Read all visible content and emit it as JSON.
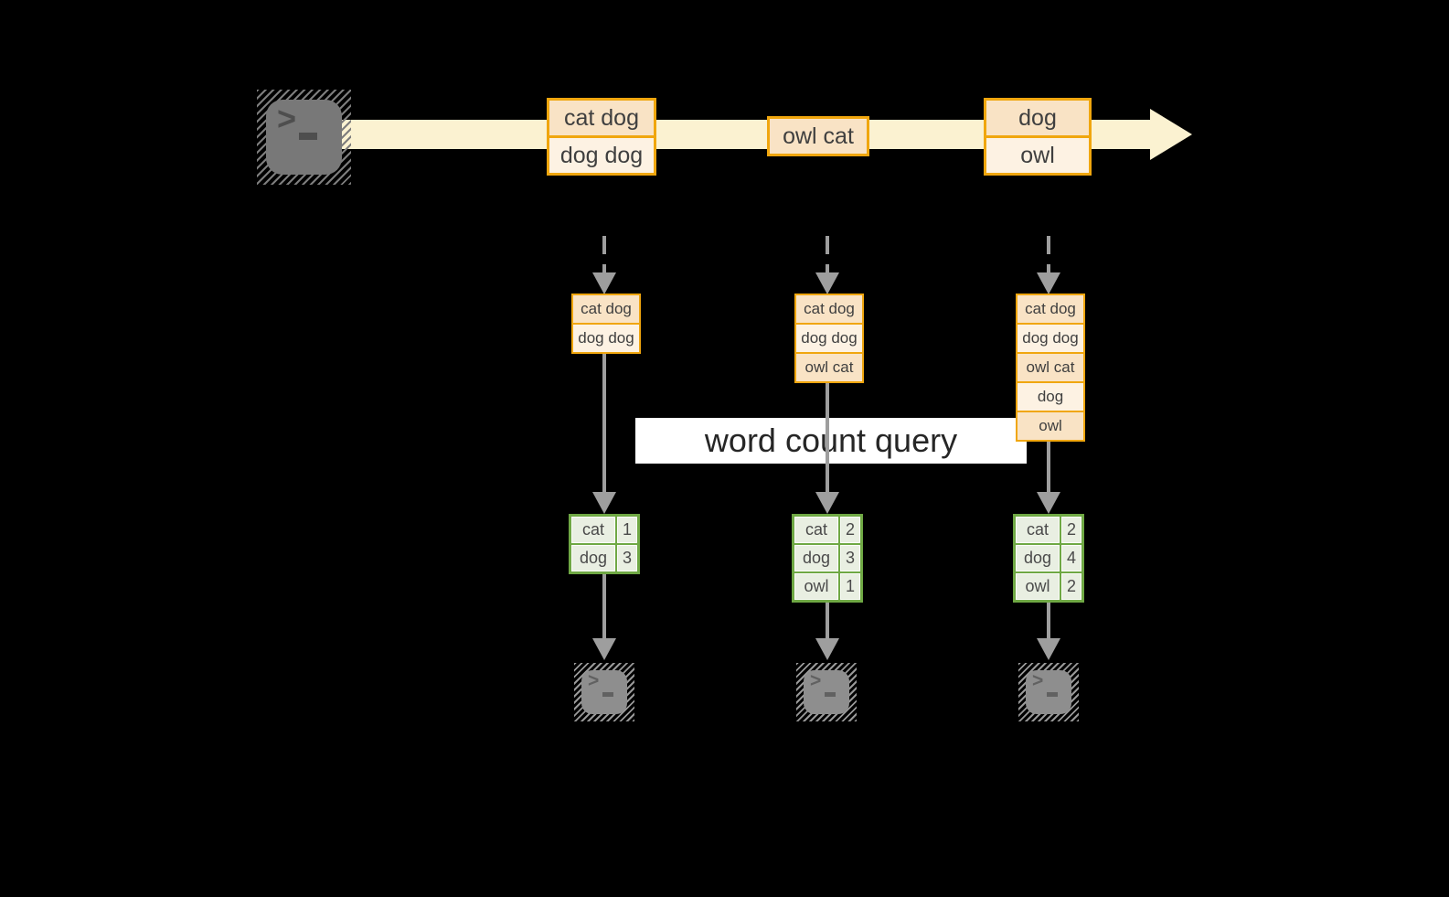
{
  "banner": {
    "label": "word count query"
  },
  "stream": {
    "events": [
      {
        "lines": [
          "cat dog",
          "dog dog"
        ]
      },
      {
        "lines": [
          "owl cat"
        ]
      },
      {
        "lines": [
          "dog",
          "owl"
        ]
      }
    ]
  },
  "columns": [
    {
      "input": [
        "cat dog",
        "dog dog"
      ],
      "result": [
        {
          "word": "cat",
          "count": "1"
        },
        {
          "word": "dog",
          "count": "3"
        }
      ]
    },
    {
      "input": [
        "cat dog",
        "dog dog",
        "owl cat"
      ],
      "result": [
        {
          "word": "cat",
          "count": "2"
        },
        {
          "word": "dog",
          "count": "3"
        },
        {
          "word": "owl",
          "count": "1"
        }
      ]
    },
    {
      "input": [
        "cat dog",
        "dog dog",
        "owl cat",
        "dog",
        "owl"
      ],
      "result": [
        {
          "word": "cat",
          "count": "2"
        },
        {
          "word": "dog",
          "count": "4"
        },
        {
          "word": "owl",
          "count": "2"
        }
      ]
    }
  ],
  "terminal": {
    "chevron": ">"
  },
  "colors": {
    "background": "#000000",
    "stream_band": "#fbf2d1",
    "event_border": "#f0a60e",
    "event_fill_dark": "#f9e3c5",
    "event_fill_light": "#fdf2e3",
    "table_border": "#6fa844",
    "table_cell": "#e9efe2",
    "arrow_gray": "#9e9e9e",
    "banner_bg": "#ffffff",
    "text_dark": "#3f3f3f"
  }
}
